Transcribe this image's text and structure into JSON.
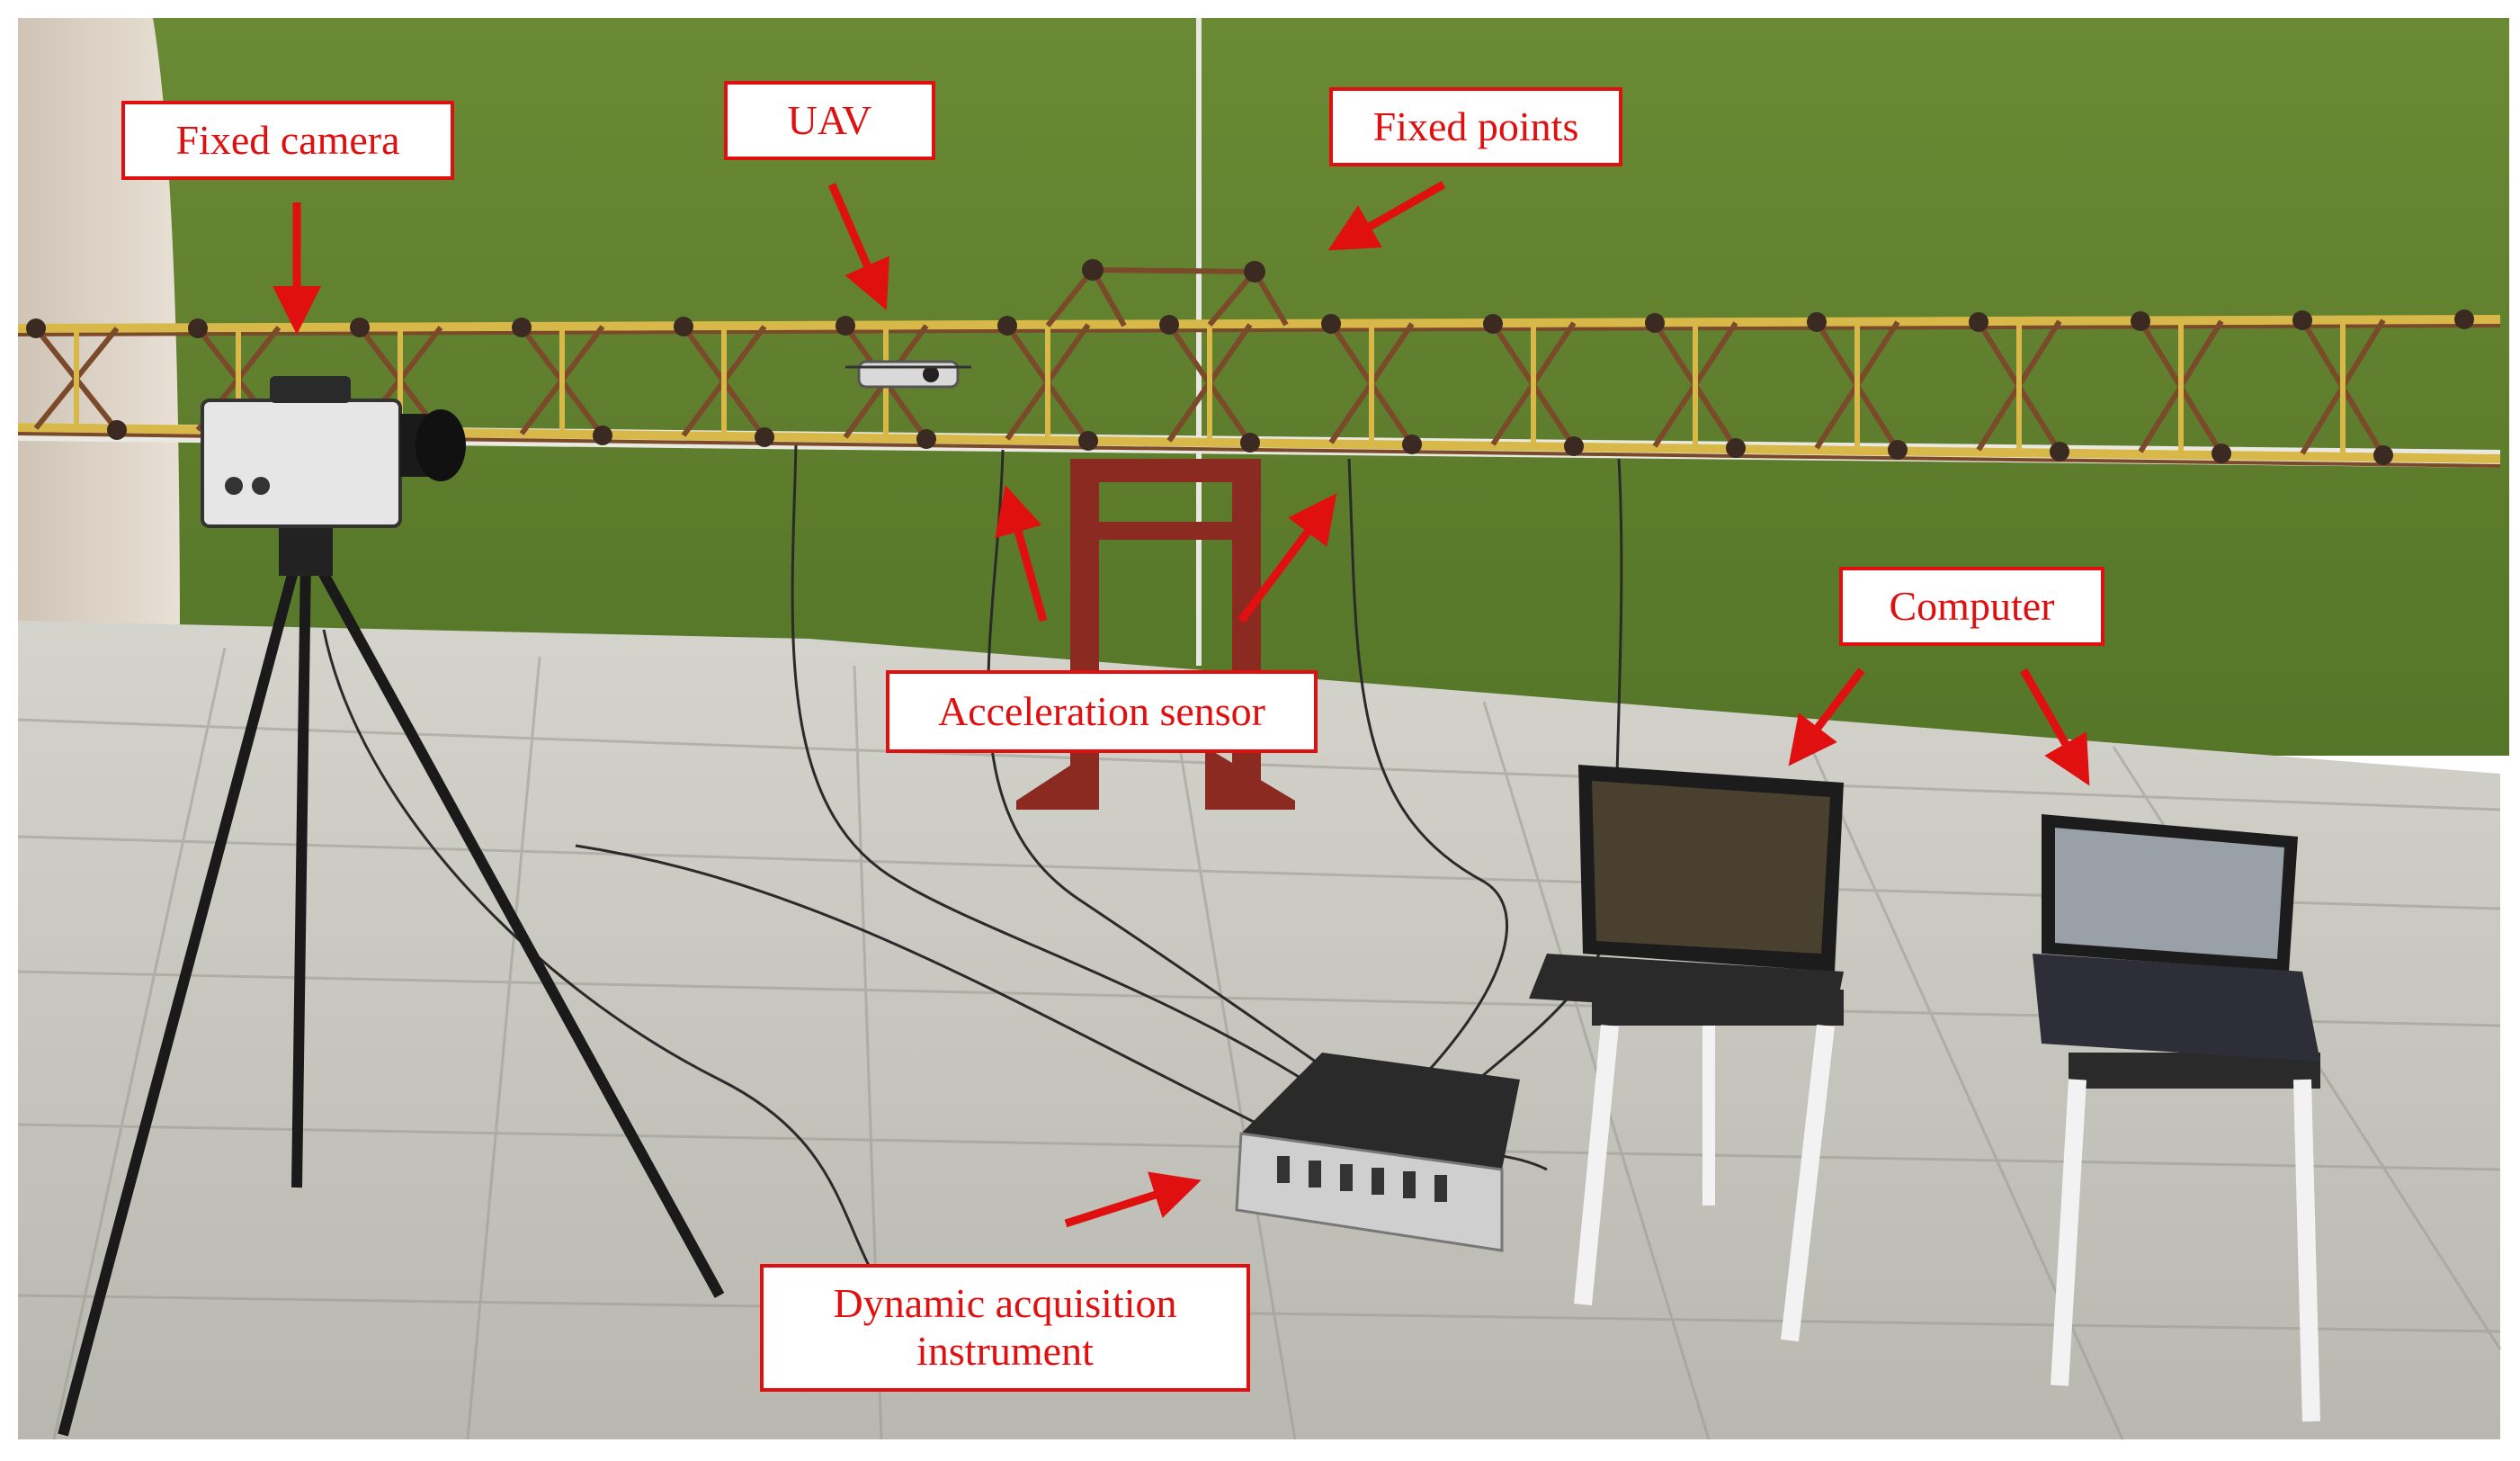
{
  "labels": {
    "fixed_camera": "Fixed camera",
    "uav": "UAV",
    "fixed_points": "Fixed points",
    "computer": "Computer",
    "acceleration_sensor": "Acceleration  sensor",
    "dynamic_acquisition_line1": "Dynamic  acquisition",
    "dynamic_acquisition_line2": "instrument"
  },
  "colors": {
    "annotation_red": "#e01010",
    "wall_green": "#5a7a2e",
    "floor_gray": "#c9c9c2",
    "truss_yellow": "#d9b84a",
    "truss_brown": "#7a4a2a",
    "stand_red": "#8a2a20"
  }
}
